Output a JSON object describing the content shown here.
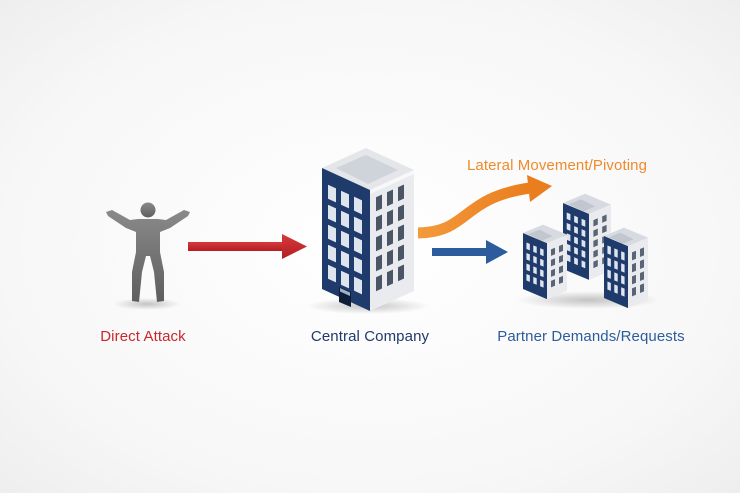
{
  "labels": {
    "direct_attack": "Direct Attack",
    "central_company": "Central Company",
    "partner": "Partner Demands/Requests",
    "lateral": "Lateral Movement/Pivoting"
  },
  "colors": {
    "red": "#c8282c",
    "navy": "#1f3b6b",
    "blue": "#2d5c9c",
    "orange": "#ef8a2a",
    "person": "#7a7a7a"
  }
}
